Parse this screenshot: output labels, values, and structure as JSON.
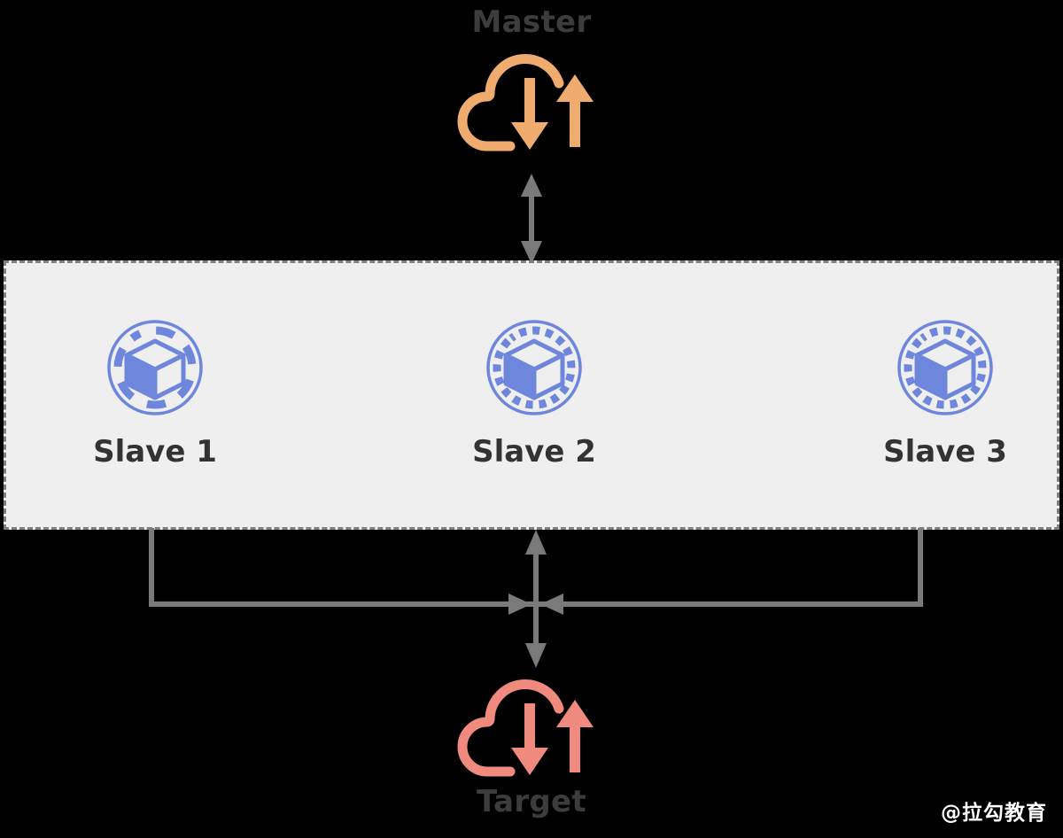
{
  "diagram": {
    "title": "Master-Slave-Target replication topology",
    "master": {
      "label": "Master",
      "icon": "cloud-sync-icon",
      "color": "#f0ab6e"
    },
    "slave_box": {
      "name": "slave-cluster-box",
      "background": "#efefef",
      "border_color": "#808080",
      "border_style": "dashed",
      "nodes": [
        {
          "label": "Slave 1",
          "icon": "cube-node-icon",
          "color": "#6e87dd"
        },
        {
          "label": "Slave 2",
          "icon": "cube-node-icon",
          "color": "#6e87dd"
        },
        {
          "label": "Slave 3",
          "icon": "cube-node-icon",
          "color": "#6e87dd"
        }
      ]
    },
    "target": {
      "label": "Target",
      "icon": "cloud-sync-icon",
      "color": "#f08a7e"
    },
    "connectors": [
      {
        "name": "master-to-cluster-connector",
        "from": "Master",
        "to": "slave-cluster-box",
        "style": "double-headed-vertical-arrow",
        "color": "#7a7a7a"
      },
      {
        "name": "cluster-to-target-connector",
        "from": "slave-cluster-box",
        "to": "Target",
        "style": "bracket-with-double-headed-vertical-arrow",
        "color": "#7a7a7a"
      }
    ],
    "watermark": "@拉勾教育",
    "colors": {
      "background": "#000000",
      "master_orange": "#f0ab6e",
      "target_salmon": "#f08a7e",
      "node_blue": "#6e87dd",
      "box_fill": "#efefef",
      "line_gray": "#7a7a7a",
      "text_dark": "#3c3c3c",
      "watermark_white": "#ffffff"
    }
  }
}
